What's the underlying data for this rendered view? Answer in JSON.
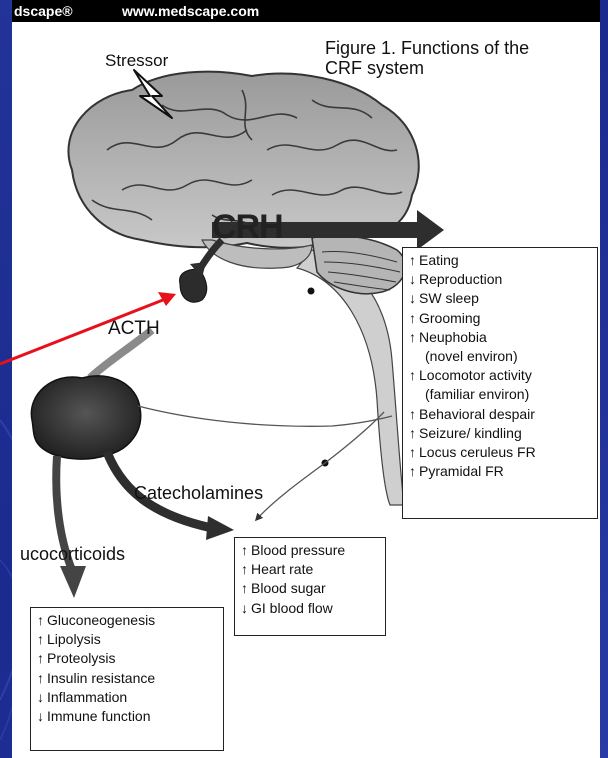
{
  "header": {
    "left_text": "dscape®",
    "url_text": "www.medscape.com"
  },
  "figure": {
    "title_line1": "Figure 1. Functions of the",
    "title_line2": "CRF system"
  },
  "labels": {
    "stressor": "Stressor",
    "crh": "CRH",
    "acth": "ACTH",
    "catecholamines": "Catecholamines",
    "glucocorticoids": "ucocorticoids"
  },
  "cns_effects": [
    {
      "arrow": "↑",
      "text": "Eating"
    },
    {
      "arrow": "↓",
      "text": "Reproduction"
    },
    {
      "arrow": "↓",
      "text": "SW sleep"
    },
    {
      "arrow": "↑",
      "text": "Grooming"
    },
    {
      "arrow": "↑",
      "text": "Neuphobia"
    },
    {
      "arrow": "",
      "text": "(novel environ)"
    },
    {
      "arrow": "↑",
      "text": "Locomotor activity"
    },
    {
      "arrow": "",
      "text": "(familiar environ)"
    },
    {
      "arrow": "↑",
      "text": "Behavioral despair"
    },
    {
      "arrow": "↑",
      "text": "Seizure/ kindling"
    },
    {
      "arrow": "↑",
      "text": "Locus ceruleus FR"
    },
    {
      "arrow": "↑",
      "text": "Pyramidal FR"
    }
  ],
  "cardiovascular_effects": [
    {
      "arrow": "↑",
      "text": "Blood pressure"
    },
    {
      "arrow": "↑",
      "text": "Heart rate"
    },
    {
      "arrow": "↑",
      "text": "Blood sugar"
    },
    {
      "arrow": "↓",
      "text": "GI blood flow"
    }
  ],
  "glucocorticoid_effects": [
    {
      "arrow": "↑",
      "text": "Gluconeogenesis"
    },
    {
      "arrow": "↑",
      "text": "Lipolysis"
    },
    {
      "arrow": "↑",
      "text": "Proteolysis"
    },
    {
      "arrow": "↑",
      "text": "Insulin resistance"
    },
    {
      "arrow": "↓",
      "text": "Inflammation"
    },
    {
      "arrow": "↓",
      "text": "Immune function"
    }
  ],
  "colors": {
    "background": "#1b2a8c",
    "pointer_arrow": "#e8101a",
    "organ_fill": "#3a3a3a"
  }
}
